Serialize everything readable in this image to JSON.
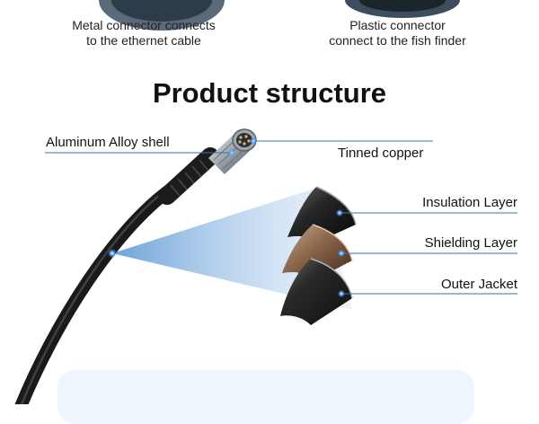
{
  "captions": {
    "metal_connector": [
      "Metal connector connects",
      "to the ethernet cable"
    ],
    "plastic_connector": [
      "Plastic connector",
      "connect to the fish finder"
    ]
  },
  "title": "Product structure",
  "parts": {
    "aluminum_shell": "Aluminum Alloy shell",
    "tinned_copper": "Tinned copper",
    "insulation_layer": "Insulation Layer",
    "shielding_layer": "Shielding Layer",
    "outer_jacket": "Outer Jacket"
  },
  "colors": {
    "accent_blue": "#2f7fd0",
    "leader_line": "#3a6ea8",
    "panel_bg": "#eef5fd",
    "cable": "#1a1a1a",
    "shield_copper": "#9a7659"
  }
}
